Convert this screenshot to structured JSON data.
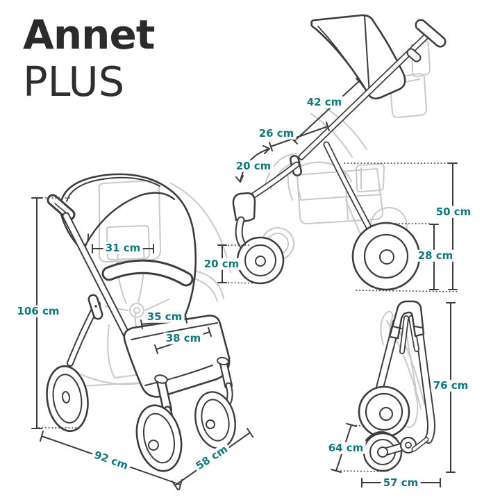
{
  "header": {
    "brand": "Annet",
    "variant": "PLUS"
  },
  "colors": {
    "accent_teal": "#11787D",
    "line_dark": "#3C3C3C",
    "line_light": "#C8CACA",
    "title": "#2B2B2B",
    "background": "#FFFFFF"
  },
  "views": {
    "front_view": {
      "title": "stroller front view",
      "measurements": {
        "overall_height": "106 cm",
        "seat_back_width": "31 cm",
        "seat_width": "35 cm",
        "footrest_width": "38 cm",
        "overall_length": "92 cm",
        "overall_width": "58 cm"
      }
    },
    "side_view": {
      "title": "stroller side view",
      "measurements": {
        "backrest_length": "42 cm",
        "seat_depth": "26 cm",
        "front_swivel_clearance": "20 cm",
        "front_wheel_diameter": "20 cm",
        "chassis_height": "50 cm",
        "rear_wheel_diameter": "28 cm"
      }
    },
    "folded_view": {
      "title": "stroller folded view",
      "measurements": {
        "folded_height": "76 cm",
        "folded_depth": "64 cm",
        "folded_width": "57 cm"
      }
    }
  }
}
